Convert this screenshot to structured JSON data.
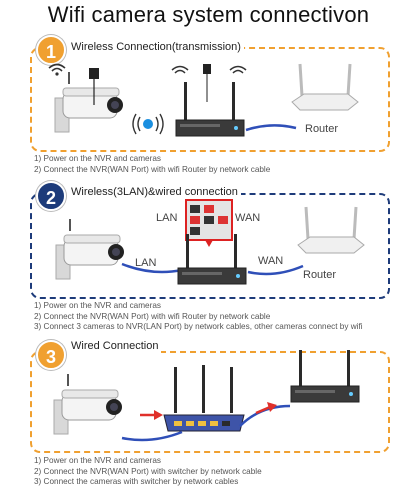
{
  "title": "Wifi camera system connectivon",
  "colors": {
    "orange": "#f0a030",
    "blue": "#1d3b7a",
    "cable": "#2f4fb8",
    "arrow": "#e0302a"
  },
  "sections": [
    {
      "number": "1",
      "heading": "Wireless Connection(transmission)",
      "router_label": "Router",
      "steps": [
        "1) Power on the NVR and cameras",
        "2) Connect the NVR(WAN Port) with wifi Router by network cable"
      ]
    },
    {
      "number": "2",
      "heading": "Wireless(3LAN)&wired connection",
      "lan_label_top": "LAN",
      "wan_label_top": "WAN",
      "lan_label_cable": "LAN",
      "wan_label_cable": "WAN",
      "router_label": "Router",
      "steps": [
        "1) Power on the NVR and cameras",
        "2) Connect the NVR(WAN Port) with wifi Router by network cable",
        "3) Connect 3 cameras to NVR(LAN Port) by network cables, other cameras connect by wifi"
      ]
    },
    {
      "number": "3",
      "heading": "Wired Connection",
      "steps": [
        "1) Power on the NVR and cameras",
        "2) Connect the NVR(WAN Port) with switcher by network cable",
        "3) Connect the cameras with switcher by network cables"
      ]
    }
  ],
  "icons": [
    "wifi-icon",
    "plug-icon",
    "camera-icon",
    "nvr-icon",
    "router-icon",
    "switch-icon",
    "arrow-icon"
  ]
}
